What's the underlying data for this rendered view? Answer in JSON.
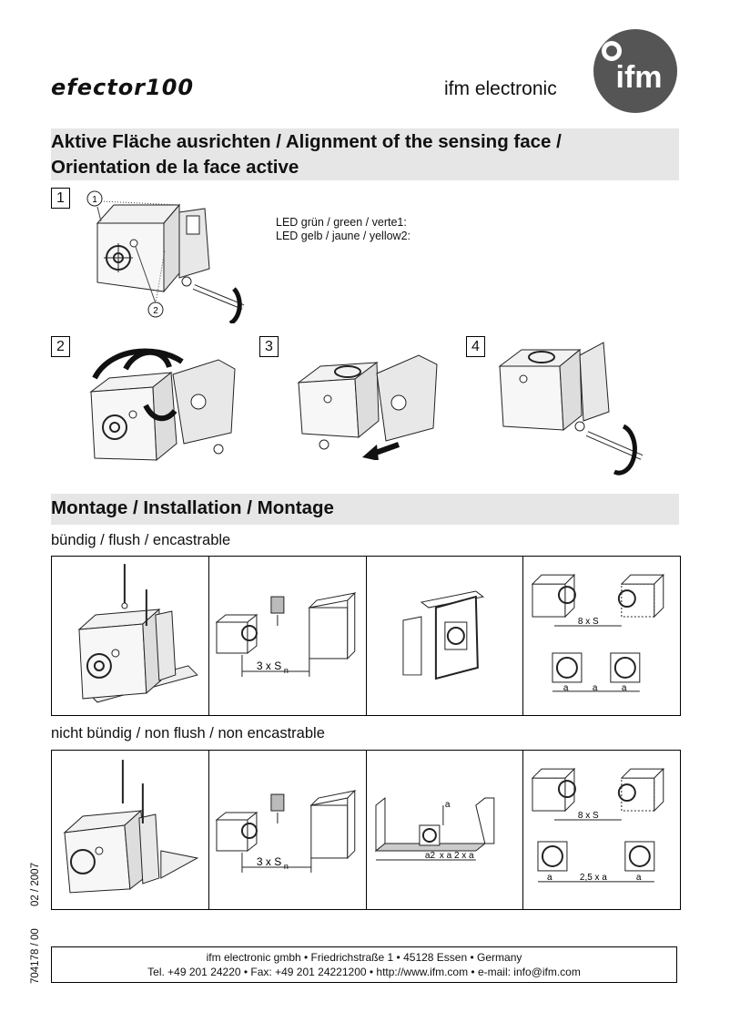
{
  "header": {
    "brand": "efector100",
    "company": "ifm electronic",
    "logo_text": "ifm"
  },
  "section1": {
    "title_line1": "Aktive Fläche ausrichten / Alignment of the sensing face /",
    "title_line2": "Orientation de la face active",
    "steps": [
      "1",
      "2",
      "3",
      "4"
    ],
    "callouts": [
      "1",
      "2"
    ],
    "led_green": "LED grün / green / verte1:",
    "led_yellow": "LED gelb / jaune / yellow2:"
  },
  "section2": {
    "title": "Montage / Installation / Montage",
    "flush_heading": "bündig / flush / encastrable",
    "nonflush_heading": "nicht bündig / non flush / non encastrable",
    "flush_labels": {
      "dist": "3 x  S",
      "sub": "n",
      "eight": "8 x S",
      "a": "a"
    },
    "nonflush_labels": {
      "dist": "3 x  S",
      "sub": "n",
      "eight": "8 x S",
      "a": "a",
      "a2": "a2",
      "x_a_2_x_a": "x a 2 x a",
      "twofive": "2,5 x a"
    }
  },
  "side": {
    "date": "02 / 2007",
    "docno": "704178 / 00"
  },
  "footer": {
    "line1": "ifm electronic gmbh • Friedrichstraße 1 • 45128 Essen • Germany",
    "line2": "Tel. +49 201 24220  •  Fax: +49 201 24221200  •  http://www.ifm.com  •  e-mail: info@ifm.com"
  }
}
